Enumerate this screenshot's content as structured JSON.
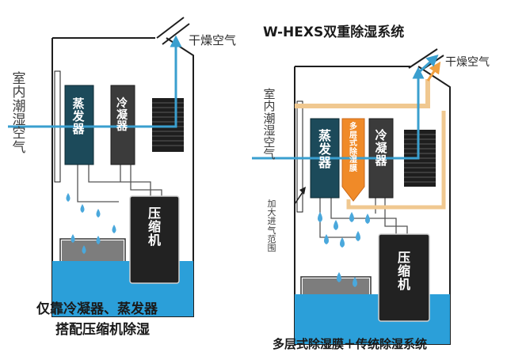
{
  "title": "W-HEXS双重除湿系统",
  "colors": {
    "outline": "#1e1e1e",
    "air_flow": "#3a9fcf",
    "water": "#2b9fd9",
    "drop": "#4aa8dc",
    "evaporator": "#1c4a5a",
    "condenser": "#3b3b3b",
    "compressor": "#222222",
    "membrane": "#f08a28",
    "membrane_flow": "#f0c890",
    "tray_inner": "#7d7d7d"
  },
  "left_unit": {
    "inlet_label": "室内潮湿空气",
    "outlet_label": "干燥空气",
    "evaporator_label": "蒸发器",
    "condenser_label": "冷凝器",
    "compressor_label": "压缩机",
    "caption_line1": "仅靠冷凝器、蒸发器",
    "caption_line2": "搭配压缩机除湿"
  },
  "right_unit": {
    "inlet_label": "室内潮湿空气",
    "outlet_label": "干燥空气",
    "intake_note": "加大进气范围",
    "membrane_label": "多层式除湿膜",
    "evaporator_label": "蒸发器",
    "condenser_label": "冷凝器",
    "compressor_label": "压缩机",
    "caption": "多层式除湿膜＋传统除湿系统"
  }
}
